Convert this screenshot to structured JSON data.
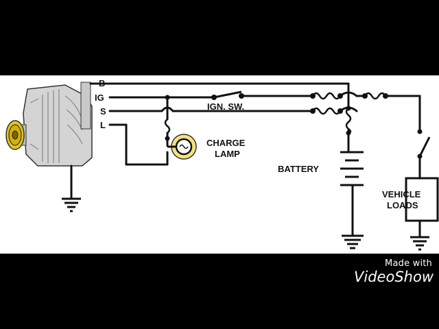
{
  "diagram": {
    "terminals": {
      "b": "B",
      "ig": "IG",
      "s": "S",
      "l": "L"
    },
    "labels": {
      "ignition_switch": "IGN. SW.",
      "charge_lamp_line1": "CHARGE",
      "charge_lamp_line2": "LAMP",
      "battery": "BATTERY",
      "vehicle_loads_line1": "VEHICLE",
      "vehicle_loads_line2": "LOADS"
    },
    "colors": {
      "wire": "#111111",
      "pulley": "#e6c619",
      "alternator_body": "#d4d4d4",
      "lamp_glow": "#f3e27a"
    }
  },
  "watermark": {
    "line1": "Made with",
    "line2": "VideoShow"
  }
}
